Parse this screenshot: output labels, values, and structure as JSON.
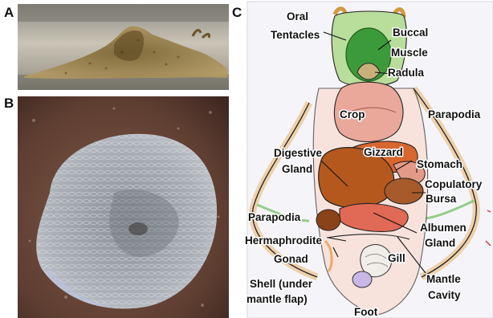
{
  "panels": {
    "a": {
      "letter": "A"
    },
    "b": {
      "letter": "B"
    },
    "c": {
      "letter": "C"
    }
  },
  "labels": {
    "oral_tentacles": [
      "Oral",
      "Tentacles"
    ],
    "buccal_muscle": [
      "Buccal",
      "Muscle"
    ],
    "radula": "Radula",
    "crop": "Crop",
    "parapodia_right": "Parapodia",
    "digestive_gland": [
      "Digestive",
      "Gland"
    ],
    "gizzard": "Gizzard",
    "stomach": "Stomach",
    "copulatory_bursa": [
      "Copulatory",
      "Bursa"
    ],
    "parapodia_left": "Parapodia",
    "albumen_gland": [
      "Albumen",
      "Gland"
    ],
    "hermaphrodite_gonad": [
      "Hermaphrodite",
      "Gonad"
    ],
    "shell": [
      "Shell (under",
      "mantle flap)"
    ],
    "gill": "Gill",
    "mantle_cavity": [
      "Mantle",
      "Cavity"
    ],
    "foot": "Foot"
  },
  "colors": {
    "background": "#ffffff",
    "photo_a_water": "#b9b4a6",
    "photo_b_rock": "#6e4a3c",
    "photo_b_animal": "#a4aab0",
    "drawing_paper": "#f6f4f8",
    "buccal_green": "#3d9a3a",
    "crop_pink": "#e9a89a",
    "digestive_brown": "#b5581e",
    "gizzard_orange": "#d7662f",
    "albumen_red": "#e06a55"
  }
}
